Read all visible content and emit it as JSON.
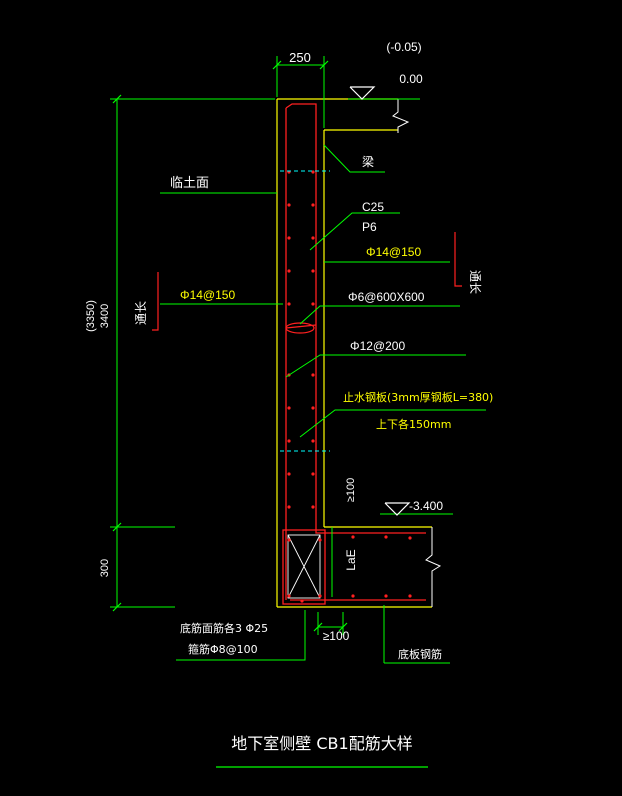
{
  "dimensions": {
    "top_width": "250",
    "height_in_brackets": "(3350)",
    "height_main": "3400",
    "base_height": "300",
    "anchor_length": "≥100",
    "bottom_extension": "≥100",
    "lap_length": "LaE"
  },
  "elevations": {
    "top_paren": "(-0.05)",
    "top": "0.00",
    "bottom": "-3.400"
  },
  "labels": {
    "beam": "梁",
    "soil_face": "临土面",
    "concrete_grade": "C25",
    "impermeability": "P6",
    "through_length_right": "通长",
    "through_length_left": "通长",
    "rebar_right_vertical": "Φ14@150",
    "rebar_left_vertical": "Φ14@150",
    "tie_bar": "Φ6@600X600",
    "horizontal_bar": "Φ12@200",
    "waterstop_line1": "止水钢板(3mm厚钢板L=380)",
    "waterstop_line2": "上下各150mm",
    "base_bars_line1": "底筋面筋各3 Φ25",
    "base_bars_line2": "箍筋Φ8@100",
    "slab_rebar": "底板钢筋"
  },
  "title": "地下室侧壁 CB1配筋大样",
  "colors": {
    "background": "#000000",
    "dimension": "#00ff00",
    "outline": "#ffff00",
    "rebar": "#ff2020",
    "text": "#ffffff",
    "text_yellow": "#ffff00",
    "leader": "#00ff00",
    "hatch": "#ffffff",
    "cyan": "#00ffff"
  }
}
